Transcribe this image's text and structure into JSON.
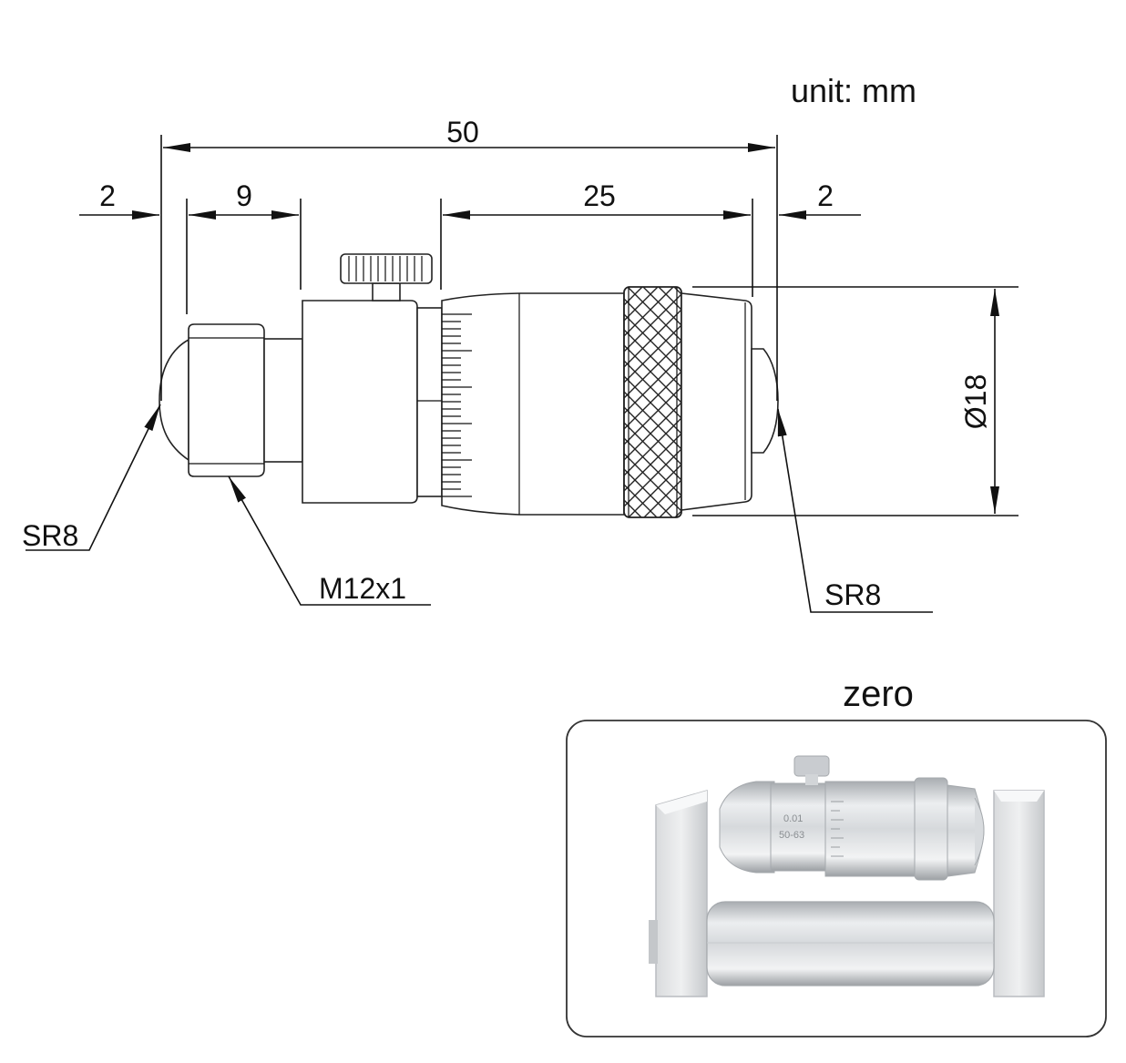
{
  "unit_label": "unit: mm",
  "dimensions": {
    "overall_length": "50",
    "left_tip": "2",
    "thread_length": "9",
    "thimble_travel": "25",
    "right_tip": "2",
    "diameter": "Ø18"
  },
  "callouts": {
    "left_radius": "SR8",
    "thread": "M12x1",
    "right_radius": "SR8"
  },
  "photo": {
    "caption": "zero",
    "sleeve_text_1": "0.01",
    "sleeve_text_2": "50-63"
  },
  "colors": {
    "line": "#111111",
    "photo_frame": "#333333",
    "metal_light": "#e4e6e8",
    "metal_dark": "#9ea2a6"
  },
  "icons": [
    "knurled-lock-screw-icon",
    "arrow-head-icon"
  ]
}
